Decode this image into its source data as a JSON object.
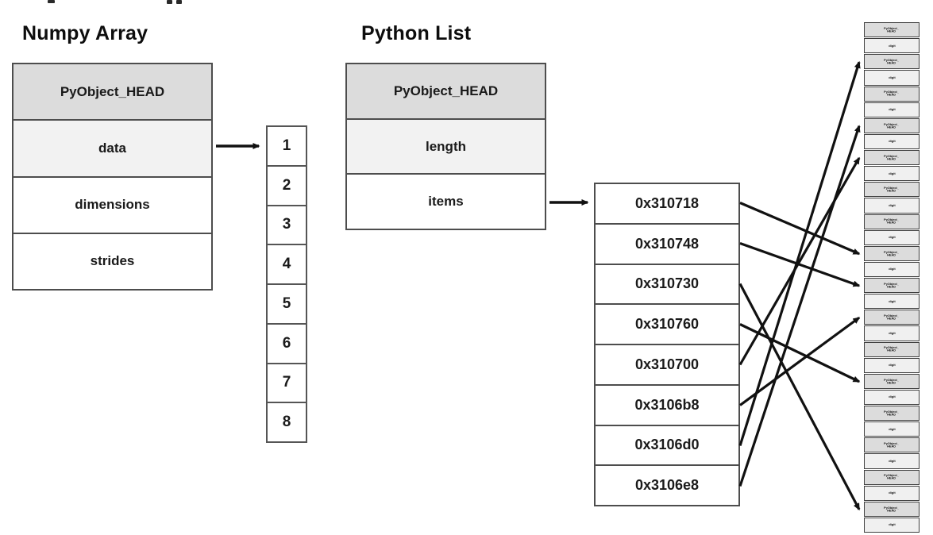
{
  "diagram": {
    "numpy": {
      "title": "Numpy Array",
      "fields": [
        "PyObject_HEAD",
        "data",
        "dimensions",
        "strides"
      ]
    },
    "buffer_values": [
      "1",
      "2",
      "3",
      "4",
      "5",
      "6",
      "7",
      "8"
    ],
    "python": {
      "title": "Python List",
      "fields": [
        "PyObject_HEAD",
        "length",
        "items"
      ]
    },
    "addresses": [
      "0x310718",
      "0x310748",
      "0x310730",
      "0x310760",
      "0x310700",
      "0x3106b8",
      "0x3106d0",
      "0x3106e8"
    ],
    "objects": {
      "count": 16,
      "head_line1": "PyObject_",
      "head_line2": "HEAD",
      "value_label": "digit"
    },
    "links": [
      {
        "address": "0x310718",
        "object": 8
      },
      {
        "address": "0x310748",
        "object": 9
      },
      {
        "address": "0x310730",
        "object": 16
      },
      {
        "address": "0x310760",
        "object": 12
      },
      {
        "address": "0x310700",
        "object": 5
      },
      {
        "address": "0x3106b8",
        "object": 10
      },
      {
        "address": "0x3106d0",
        "object": 2
      },
      {
        "address": "0x3106e8",
        "object": 4
      }
    ],
    "colors": {
      "header_bg": "#dcdcdc",
      "subheader_bg": "#f2f2f2",
      "cell_bg": "#ffffff",
      "border": "#4d4d4d",
      "arrow": "#111111"
    }
  }
}
